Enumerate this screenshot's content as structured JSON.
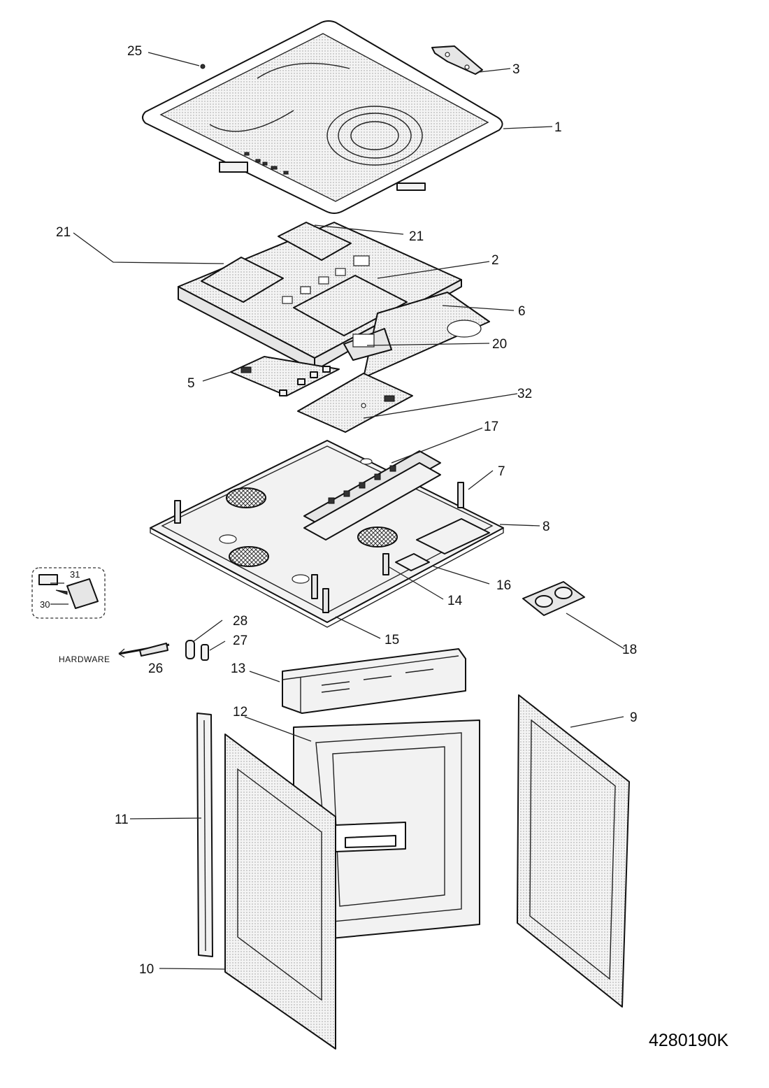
{
  "document_number": "4280190K",
  "hardware_label": "HARDWARE",
  "callouts": {
    "c1": "1",
    "c2": "2",
    "c3": "3",
    "c5": "5",
    "c6": "6",
    "c7": "7",
    "c8": "8",
    "c9": "9",
    "c10": "10",
    "c11": "11",
    "c12": "12",
    "c13": "13",
    "c14": "14",
    "c15": "15",
    "c16": "16",
    "c17": "17",
    "c18": "18",
    "c20": "20",
    "c21a": "21",
    "c21b": "21",
    "c25": "25",
    "c26": "26",
    "c27": "27",
    "c28": "28",
    "c30": "30",
    "c31": "31",
    "c32": "32"
  }
}
